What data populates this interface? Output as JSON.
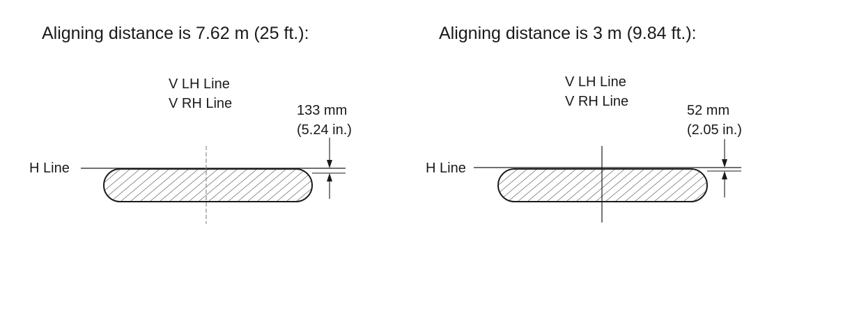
{
  "diagrams": [
    {
      "title": "Aligning distance is 7.62 m (25 ft.):",
      "v_lh_label": "V LH Line",
      "v_rh_label": "V RH Line",
      "h_label": "H Line",
      "offset_mm": "133 mm",
      "offset_in": "(5.24 in.)",
      "v_line_style": "dashed"
    },
    {
      "title": "Aligning distance is 3 m (9.84 ft.):",
      "v_lh_label": "V LH Line",
      "v_rh_label": "V RH Line",
      "h_label": "H Line",
      "offset_mm": "52 mm",
      "offset_in": "(2.05 in.)",
      "v_line_style": "solid"
    }
  ],
  "colors": {
    "line": "#1a1a1a",
    "dashed_line": "#8c8c8c",
    "hatch": "#3a3a3a",
    "background": "#ffffff"
  }
}
